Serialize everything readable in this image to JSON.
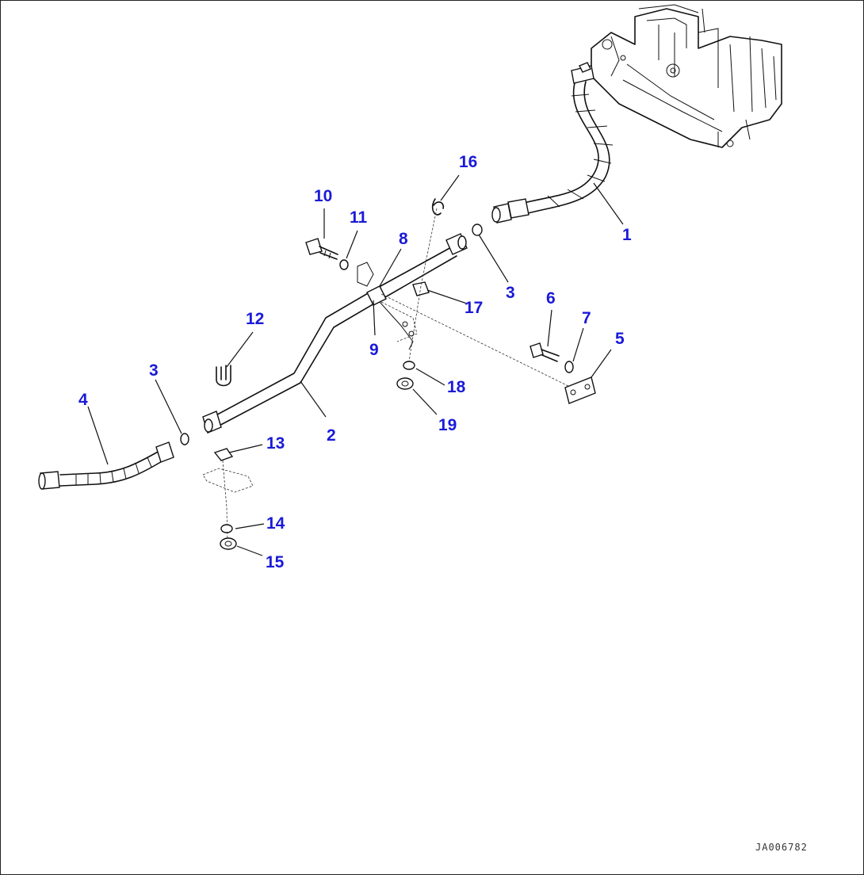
{
  "diagram": {
    "drawing_id": "JA006782",
    "callouts": {
      "c1": "1",
      "c2": "2",
      "c3a": "3",
      "c3b": "3",
      "c4": "4",
      "c5": "5",
      "c6": "6",
      "c7": "7",
      "c8": "8",
      "c9": "9",
      "c10": "10",
      "c11": "11",
      "c12": "12",
      "c13": "13",
      "c14": "14",
      "c15": "15",
      "c16": "16",
      "c17": "17",
      "c18": "18",
      "c19": "19"
    },
    "colors": {
      "callout": "#1a1ad8",
      "line": "#111111"
    }
  }
}
